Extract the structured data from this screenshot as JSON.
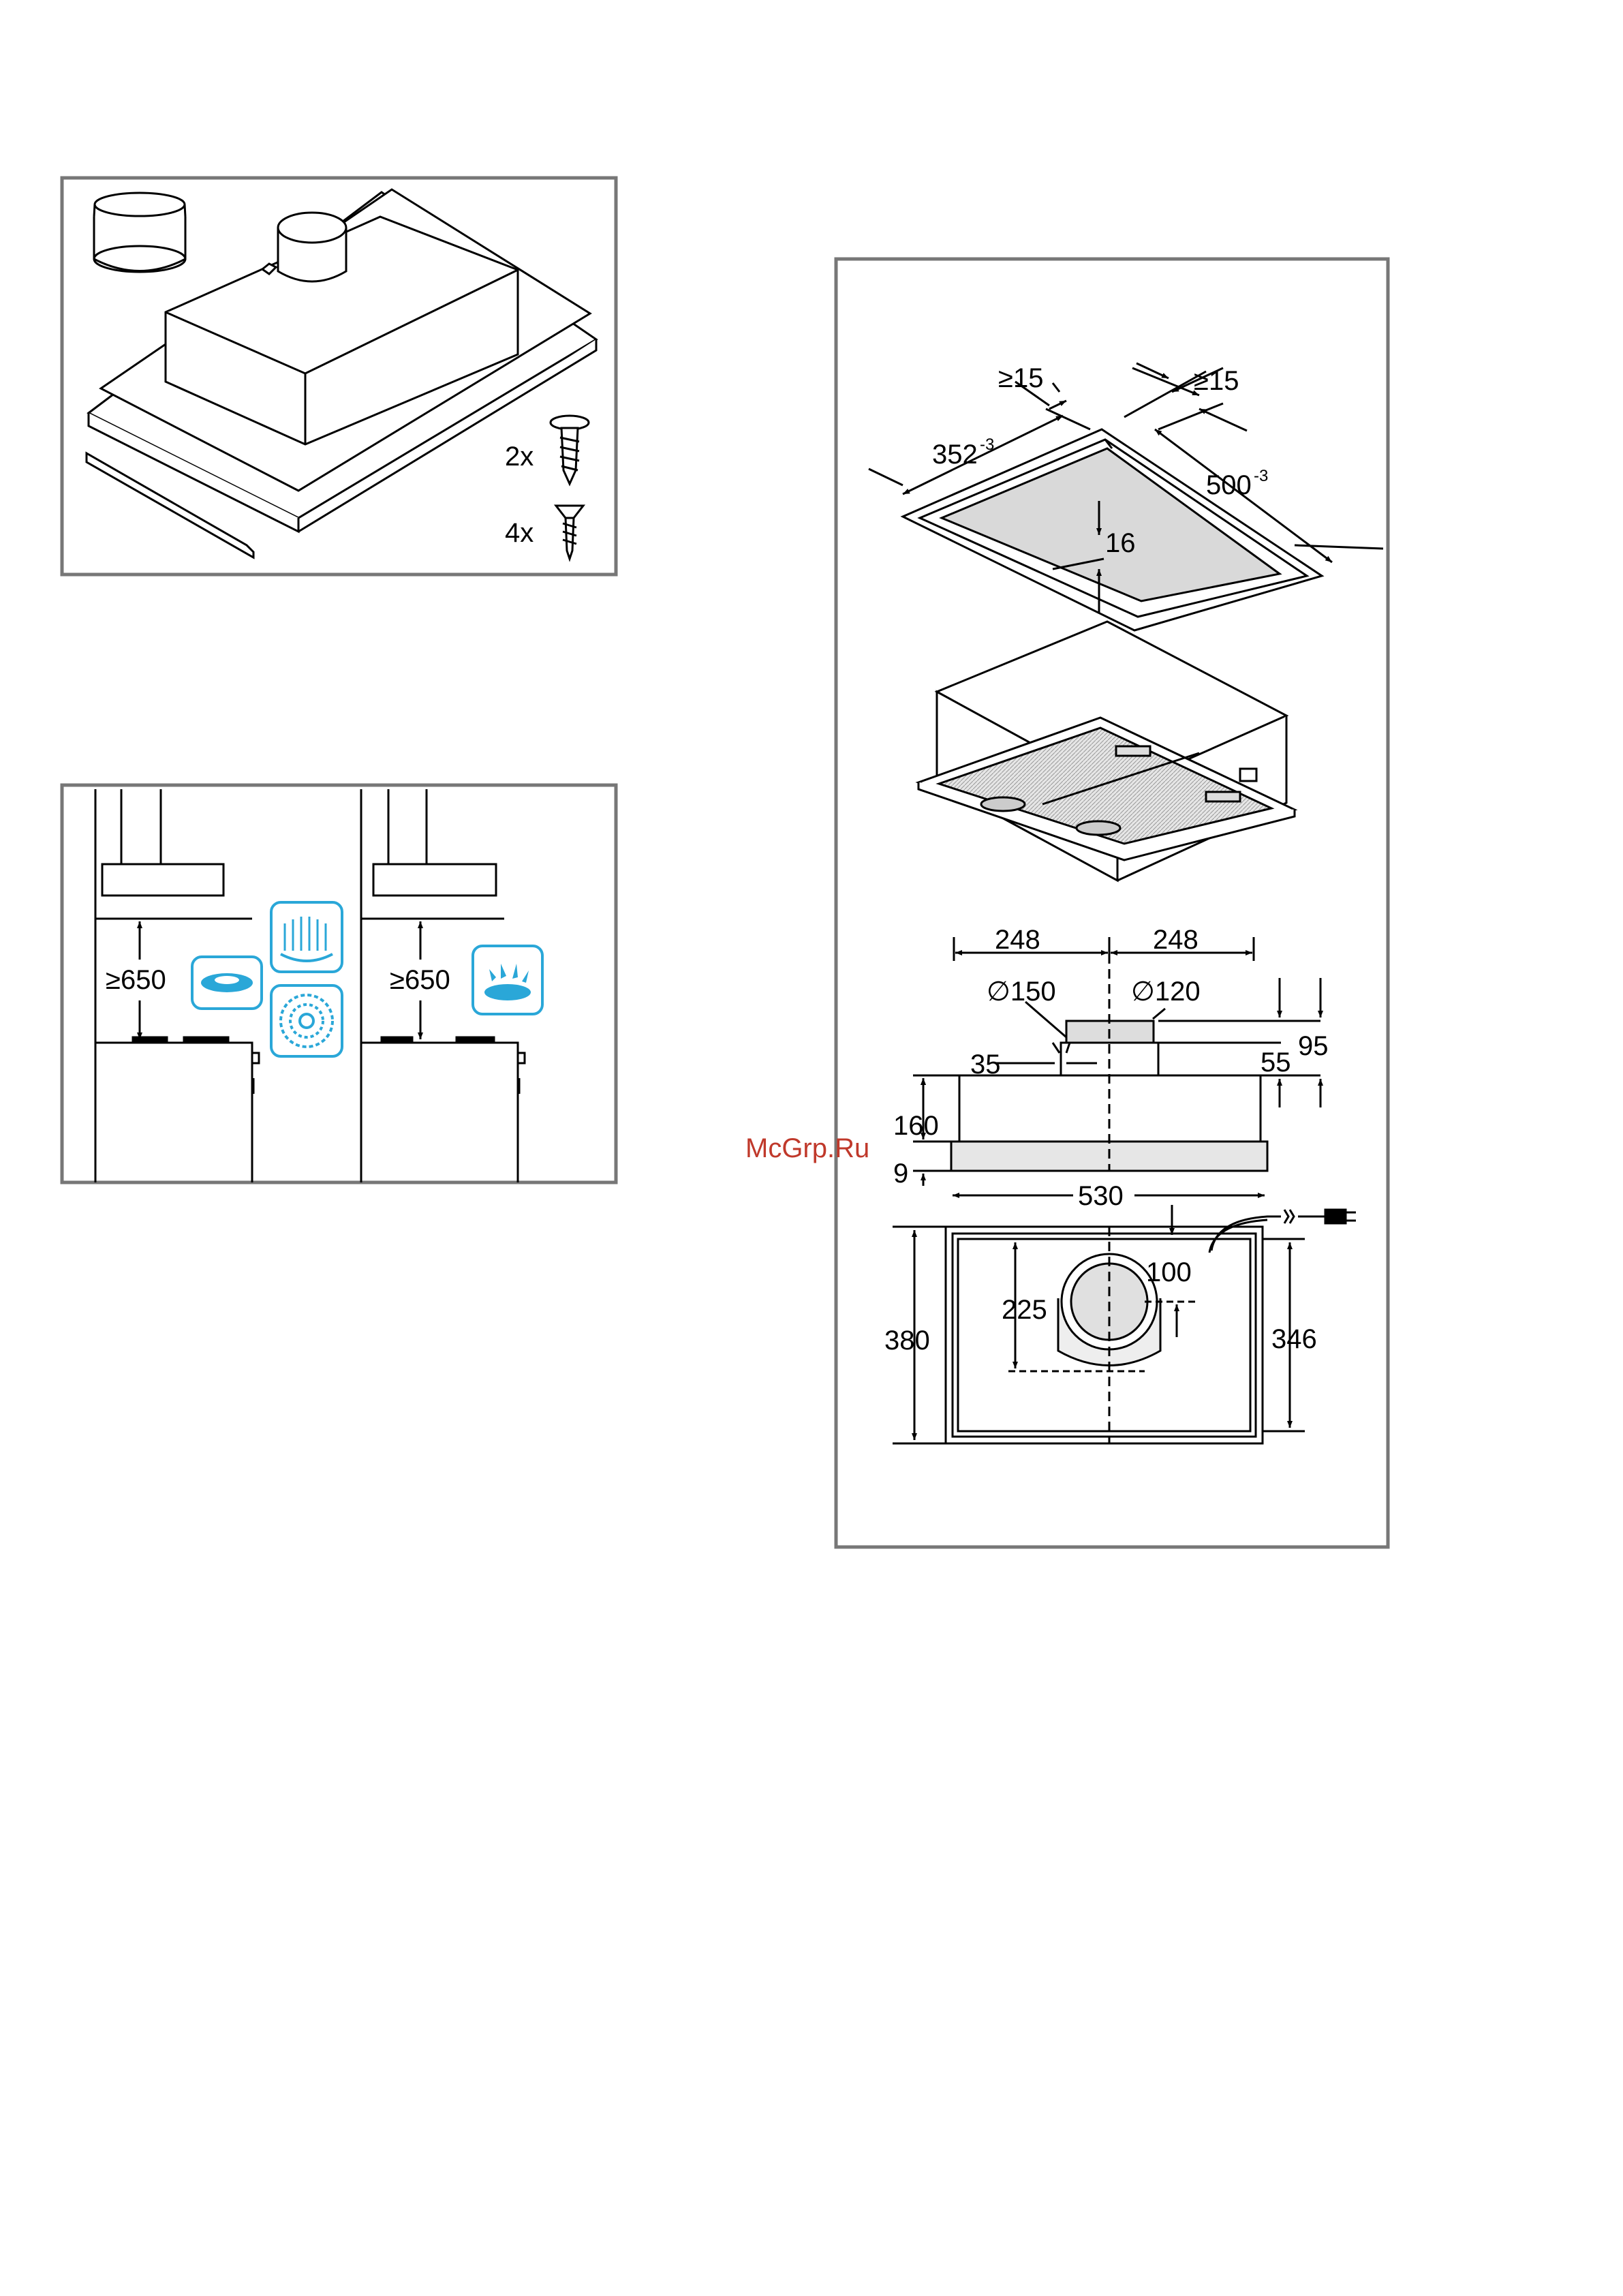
{
  "parts_panel": {
    "screw_large_count": "2x",
    "screw_small_count": "4x"
  },
  "clearance_panel": {
    "left_min_height": "≥650",
    "right_min_height": "≥650",
    "icons": [
      "electric-hob-icon",
      "radiant-hob-icon",
      "induction-hob-icon",
      "gas-burner-icon"
    ],
    "icon_color": "#2aa7d8"
  },
  "cutout_drawing": {
    "gap_left": "≥15",
    "gap_right": "≥15",
    "width": "352",
    "width_tol": "-3",
    "length": "500",
    "length_tol": "-3",
    "depth": "16"
  },
  "dimension_drawing": {
    "half_width_left": "248",
    "half_width_right": "248",
    "diameter_outer": "∅150",
    "diameter_inner": "∅120",
    "offset_35": "35",
    "collar_55": "55",
    "overall_95": "95",
    "body_height": "160",
    "flange_height": "9",
    "total_width": "530",
    "top_offset": "100",
    "center_offset": "225",
    "outer_depth": "380",
    "inner_depth": "346"
  },
  "watermark": "McGrp.Ru"
}
